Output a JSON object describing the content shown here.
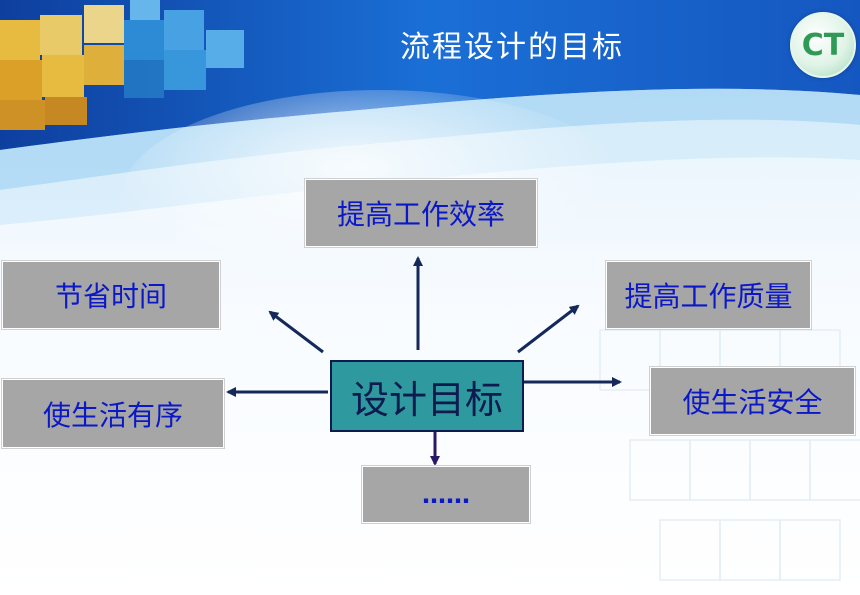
{
  "title": "流程设计的目标",
  "logo_text": "CT",
  "center": "设计目标",
  "goals": {
    "top": "提高工作效率",
    "upper_left": "节省时间",
    "upper_right": "提高工作质量",
    "left": "使生活有序",
    "right": "使生活安全",
    "bottom": "……"
  },
  "colors": {
    "box_fill": "#a6a6a6",
    "box_text": "#0b18c8",
    "center_fill": "#2e9aa0",
    "arrow": "#14295a",
    "banner": "#1459c8"
  }
}
